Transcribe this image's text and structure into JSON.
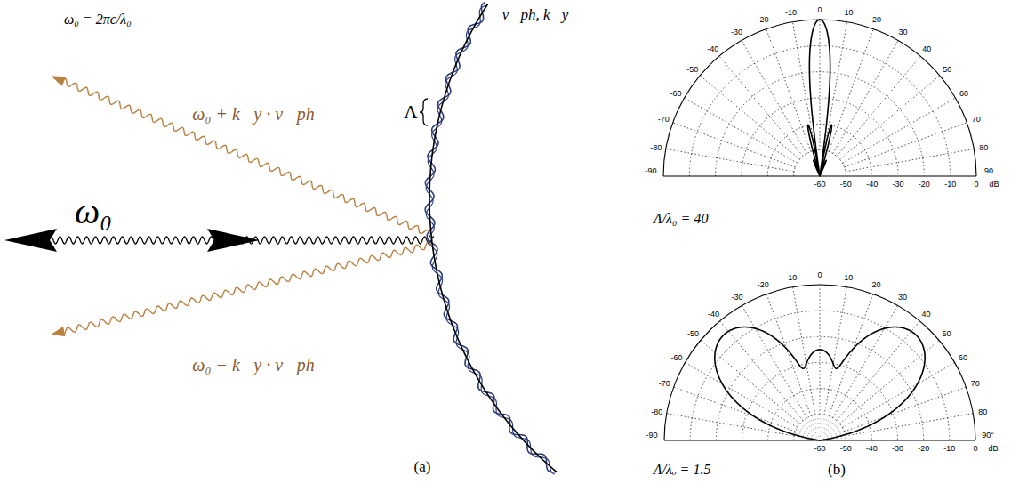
{
  "diagram": {
    "labels": [
      "v⃗ph, k⃗y",
      "ω₀ = 2πc/λ₀",
      "ω₀ + k⃗y · v⃗ph",
      "Λ",
      "ω₀",
      "ω₀ − k⃗y · v⃗ph",
      "(a)",
      "-90",
      "-80",
      "-70",
      "-60",
      "-50",
      "-40",
      "-30",
      "-20",
      "-10",
      "0",
      "10",
      "20",
      "30",
      "40",
      "50",
      "60",
      "70",
      "80",
      "90",
      "-60",
      "-50",
      "-40",
      "-30",
      "-20",
      "-10",
      "0",
      "dB",
      "Λ/λ₀ = 40",
      "-90",
      "-80",
      "-70",
      "-60",
      "-50",
      "-40",
      "-30",
      "-20",
      "-10",
      "0",
      "10",
      "20",
      "30",
      "40",
      "50",
      "60",
      "70",
      "80",
      "90°",
      "-60",
      "-50",
      "-40",
      "-30",
      "-20",
      "-10",
      "0",
      "dB",
      "Λ/λₒ = 1.5",
      "(b)"
    ]
  }
}
